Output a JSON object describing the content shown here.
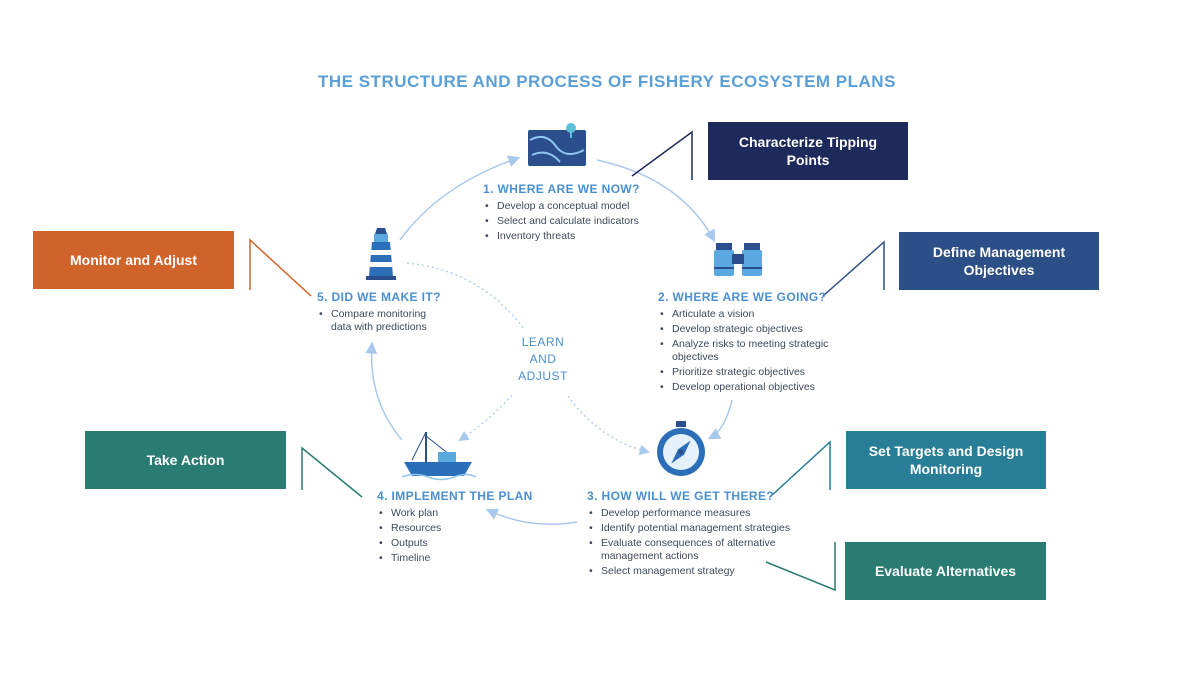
{
  "title": "THE STRUCTURE AND PROCESS OF FISHERY ECOSYSTEM PLANS",
  "center_label": [
    "LEARN",
    "AND",
    "ADJUST"
  ],
  "steps": [
    {
      "title": "1. WHERE ARE WE NOW?",
      "icon": "map-icon",
      "bullets": [
        "Develop a conceptual model",
        "Select and calculate indicators",
        "Inventory threats"
      ]
    },
    {
      "title": "2. WHERE ARE WE GOING?",
      "icon": "binoculars-icon",
      "bullets": [
        "Articulate a vision",
        "Develop strategic objectives",
        "Analyze risks to meeting strategic objectives",
        "Prioritize strategic objectives",
        "Develop operational objectives"
      ]
    },
    {
      "title": "3. HOW WILL WE GET THERE?",
      "icon": "compass-icon",
      "bullets": [
        "Develop performance measures",
        "Identify potential management strategies",
        "Evaluate consequences of alternative management actions",
        "Select management strategy"
      ]
    },
    {
      "title": "4. IMPLEMENT THE PLAN",
      "icon": "fishing-boat-icon",
      "bullets": [
        "Work plan",
        "Resources",
        "Outputs",
        "Timeline"
      ]
    },
    {
      "title": "5. DID WE MAKE IT?",
      "icon": "lighthouse-icon",
      "bullets": [
        "Compare monitoring data with predictions"
      ]
    }
  ],
  "boxes": [
    {
      "label": "Characterize Tipping Points",
      "color": "#1f2a5c"
    },
    {
      "label": "Define Management Objectives",
      "color": "#2d4f87"
    },
    {
      "label": "Set Targets and Design Monitoring",
      "color": "#277e96"
    },
    {
      "label": "Evaluate Alternatives",
      "color": "#2a7c72"
    },
    {
      "label": "Take Action",
      "color": "#2a7c72"
    },
    {
      "label": "Monitor and Adjust",
      "color": "#d0632a"
    }
  ]
}
